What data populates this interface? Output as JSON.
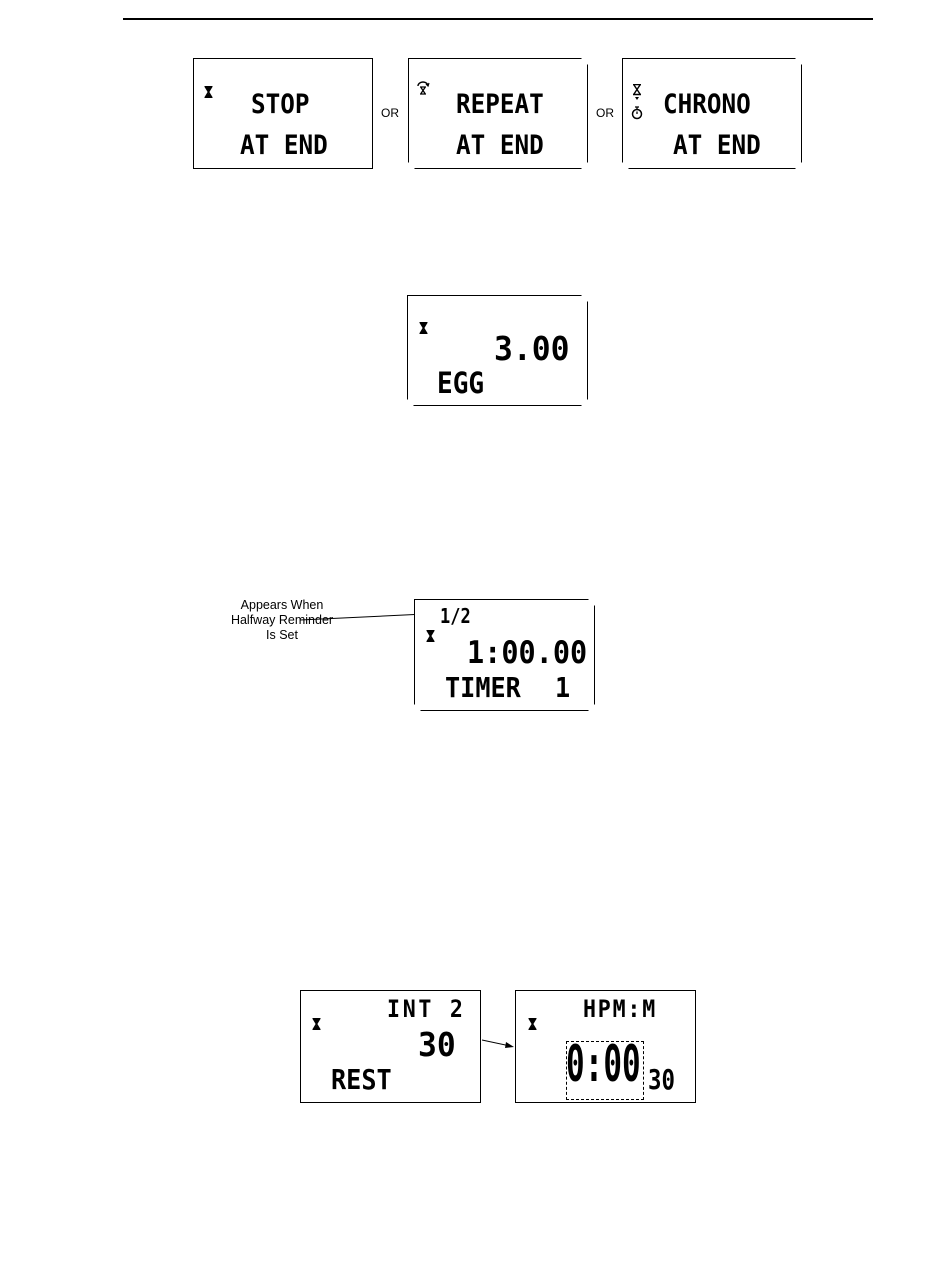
{
  "separator": "OR",
  "panels_row1": [
    {
      "line1": "STOP",
      "line2": "AT END"
    },
    {
      "line1": "REPEAT",
      "line2": "AT END"
    },
    {
      "line1": "CHRONO",
      "line2": "AT END"
    }
  ],
  "egg_panel": {
    "value": "3.00",
    "label": "EGG"
  },
  "timer_panel": {
    "half": "1/2",
    "value": "1:00.00",
    "label": "TIMER",
    "number": "1"
  },
  "callout": {
    "line1": "Appears When",
    "line2": "Halfway Reminder",
    "line3": "Is Set"
  },
  "interval_panel": {
    "header": "INT 2",
    "value": "30",
    "label": "REST"
  },
  "bpm_panel": {
    "header": "HPM:M",
    "value": "0:00",
    "seconds": "30"
  },
  "icons": [
    "hourglass-icon",
    "repeat-hourglass-icon",
    "chrono-arrow-icon",
    "stopwatch-icon"
  ]
}
